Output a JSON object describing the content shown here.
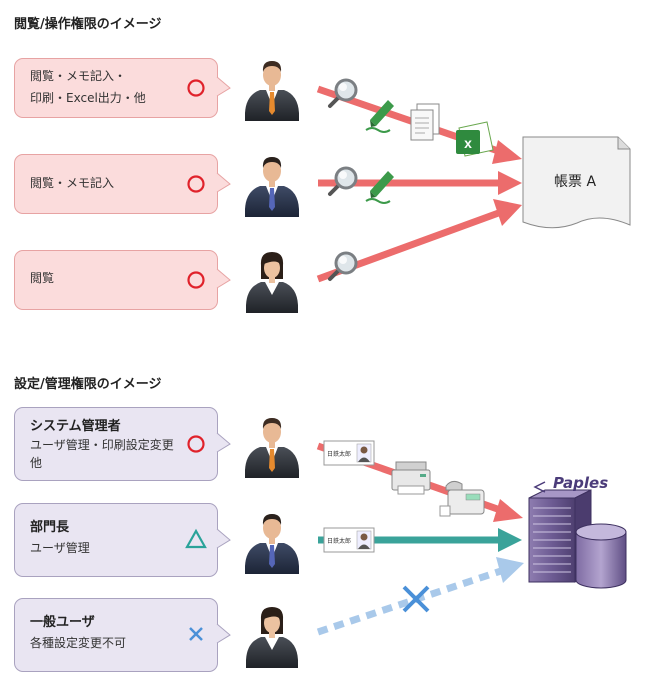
{
  "section1": {
    "title": "閲覧/操作権限のイメージ",
    "rows": [
      {
        "line1": "閲覧・メモ記入・",
        "line2": "印刷・Excel出力・他",
        "mark": "○"
      },
      {
        "line1": "閲覧・メモ記入",
        "mark": "○"
      },
      {
        "line1": "閲覧",
        "mark": "○"
      }
    ],
    "document_label": "帳票 A"
  },
  "section2": {
    "title": "設定/管理権限のイメージ",
    "rows": [
      {
        "title": "システム管理者",
        "line1": "ユーザ管理・印刷設定変更",
        "line2": "他",
        "mark": "○"
      },
      {
        "title": "部門長",
        "line1": "ユーザ管理",
        "mark": "△"
      },
      {
        "title": "一般ユーザ",
        "line1": "各種設定変更不可",
        "mark": "×"
      }
    ],
    "id_card_name": "日鉄太郎",
    "server_logo": "Paples"
  },
  "colors": {
    "pink_bubble": "#fbdcdc",
    "lavender_bubble": "#e9e5f2",
    "red_arrow": "#ec6c6c",
    "teal_arrow": "#3aa39a",
    "dotted_arrow": "#a9c9ea",
    "circle_mark": "#e0222b",
    "triangle_mark": "#2aa39a",
    "cross_mark": "#4a90d8"
  },
  "icons": [
    "magnifier-icon",
    "highlighter-icon",
    "document-copy-icon",
    "excel-icon",
    "printer-icon",
    "fax-icon",
    "id-card-icon",
    "server-icon",
    "person-icon"
  ]
}
